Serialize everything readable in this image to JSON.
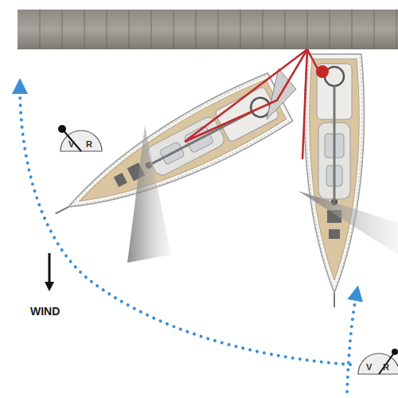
{
  "diagram": {
    "labels": [
      "WIND",
      "V",
      "R",
      "V",
      "R"
    ]
  }
}
